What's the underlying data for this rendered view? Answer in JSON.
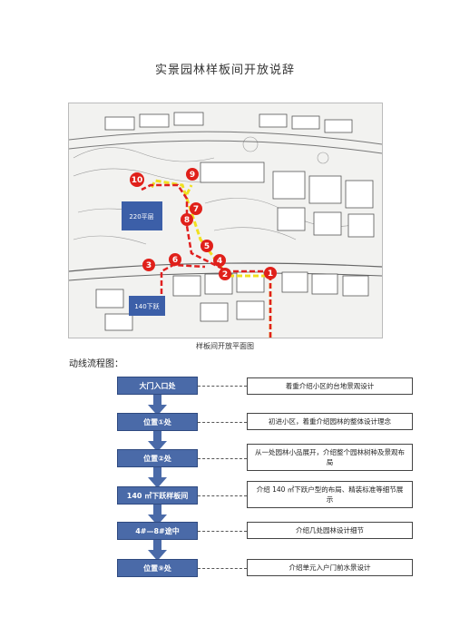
{
  "page": {
    "title": "实景园林样板间开放说辞"
  },
  "map": {
    "caption": "样板间开放平面图",
    "labels": {
      "unit_220": "220平层",
      "unit_140": "140下跃"
    },
    "markers": [
      "1",
      "2",
      "3",
      "4",
      "5",
      "6",
      "7",
      "8",
      "9",
      "10"
    ],
    "colors": {
      "route_red": "#e02020",
      "route_yellow": "#f0e020",
      "marker": "#e0201a",
      "unit_box": "#3c5fa8"
    }
  },
  "flow": {
    "heading": "动线流程图：",
    "steps": [
      {
        "label": "大门入口处",
        "desc": "着重介绍小区的台地景观设计"
      },
      {
        "label": "位置①处",
        "desc": "初进小区，着重介绍园林的整体设计理念"
      },
      {
        "label": "位置②处",
        "desc": "从一处园林小品展开，介绍整个园林树种及景观布局"
      },
      {
        "label": "140 ㎡下跃样板间",
        "desc": "介绍 140 ㎡下跃户型的布局、精装标准等细节展示"
      },
      {
        "label": "4#—8#途中",
        "desc": "介绍几处园林设计细节"
      },
      {
        "label": "位置⑨处",
        "desc": "介绍单元入户门前水景设计"
      }
    ]
  }
}
